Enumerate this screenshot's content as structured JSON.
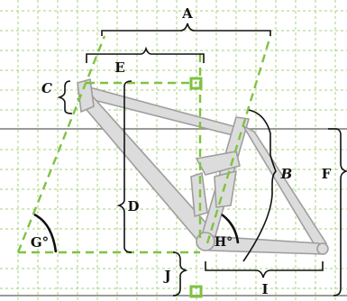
{
  "labels": {
    "a": "A",
    "b": "B",
    "c": "C",
    "d": "D",
    "e": "E",
    "f": "F",
    "g": "G°",
    "h": "H°",
    "i": "I",
    "j": "J"
  },
  "colors": {
    "grid": "#a6d37a",
    "ground": "#9a9a9a",
    "frame_fill": "#dcdcdc",
    "frame_stroke": "#9e9e9e",
    "geometry": "#7fc241",
    "dimension": "#111111"
  }
}
